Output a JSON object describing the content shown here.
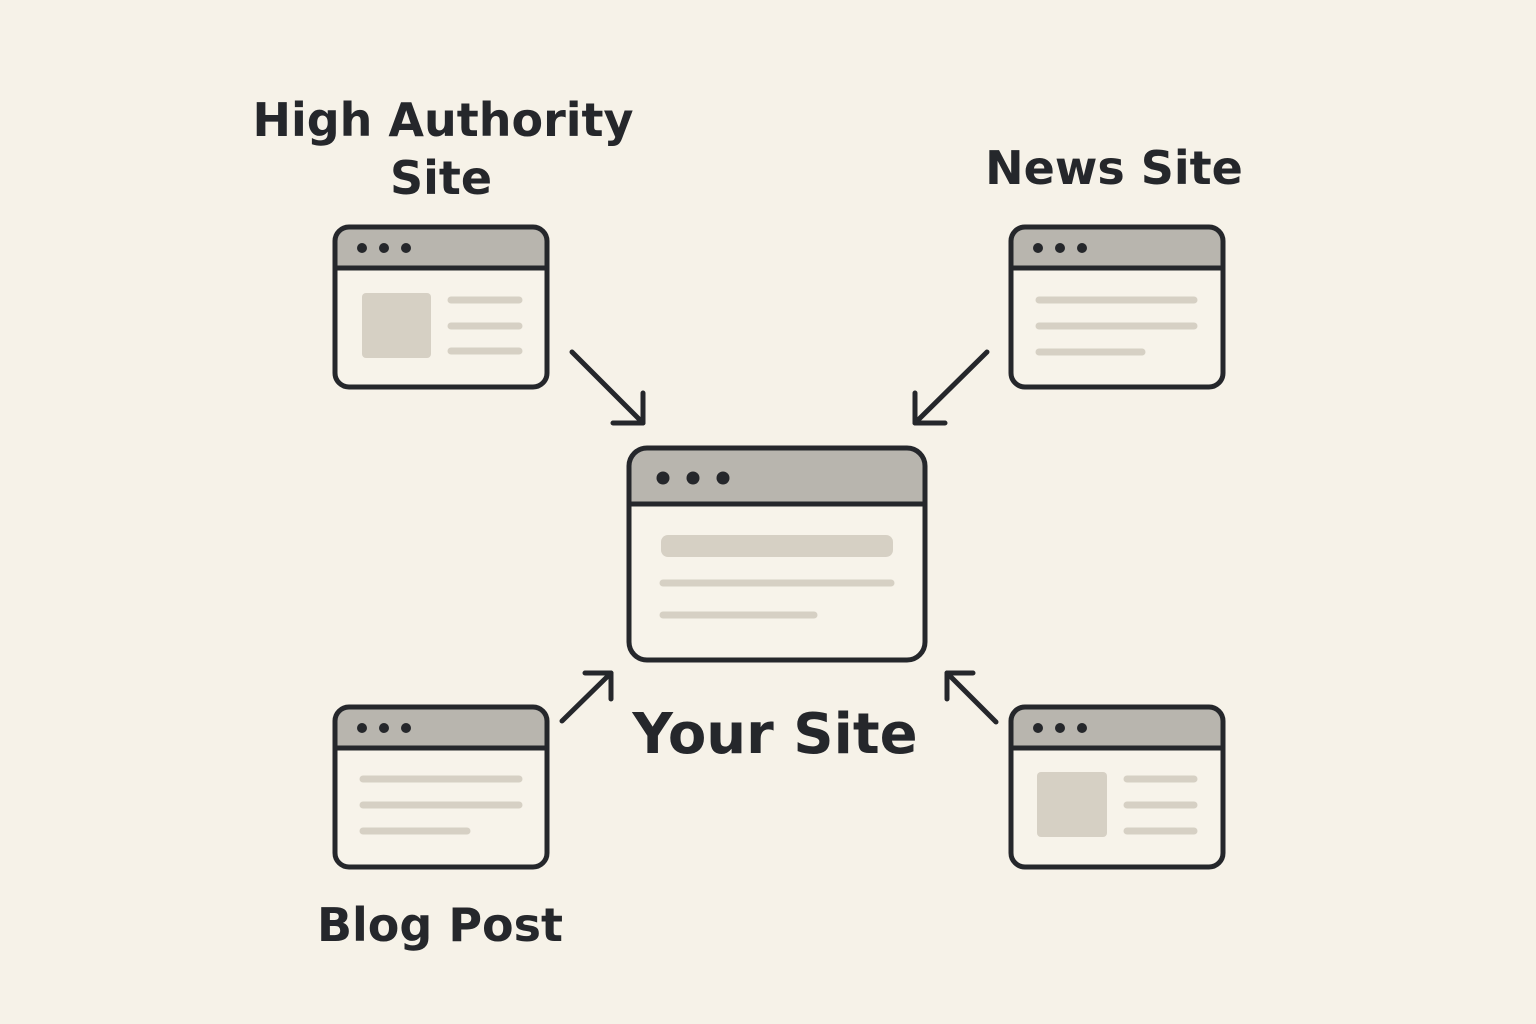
{
  "labels": {
    "high_authority_line1": "High Authority",
    "high_authority_line2": "Site",
    "news_site": "News Site",
    "your_site": "Your Site",
    "blog_post": "Blog Post"
  },
  "colors": {
    "background": "#f6f2e8",
    "outline": "#25272b",
    "title_bar": "#b8b5ae",
    "placeholder": "#d6d0c4",
    "window_body": "#f7f3ea"
  },
  "icons": [
    "browser-window-icon",
    "arrow-icon"
  ]
}
